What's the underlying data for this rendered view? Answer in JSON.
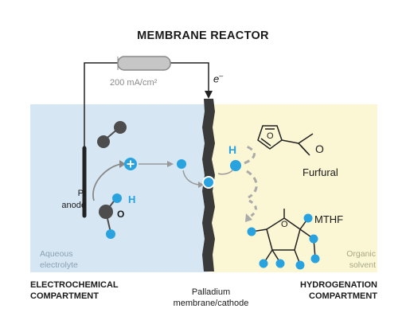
{
  "title": "MEMBRANE REACTOR",
  "current_label": "200 mA/cm²",
  "electron_label": "e",
  "electron_sup": "–",
  "anode_label_1": "Pt",
  "anode_label_2": "anode",
  "left_medium_1": "Aqueous",
  "left_medium_2": "electrolyte",
  "right_medium_1": "Organic",
  "right_medium_2": "solvent",
  "reactant": "Furfural",
  "product": "MTHF",
  "hydrogen_symbol": "H",
  "oxygen_symbol": "O",
  "left_compartment_1": "ELECTROCHEMICAL",
  "left_compartment_2": "COMPARTMENT",
  "right_compartment_1": "HYDROGENATION",
  "right_compartment_2": "COMPARTMENT",
  "membrane_label_1": "Palladium",
  "membrane_label_2": "membrane/cathode",
  "colors": {
    "aqueous_bg": "#d6e6f2",
    "organic_bg": "#fbf6d4",
    "hydrogen": "#29a3e0",
    "dark_atom": "#4d4d4d",
    "membrane": "#3a3a3a"
  }
}
